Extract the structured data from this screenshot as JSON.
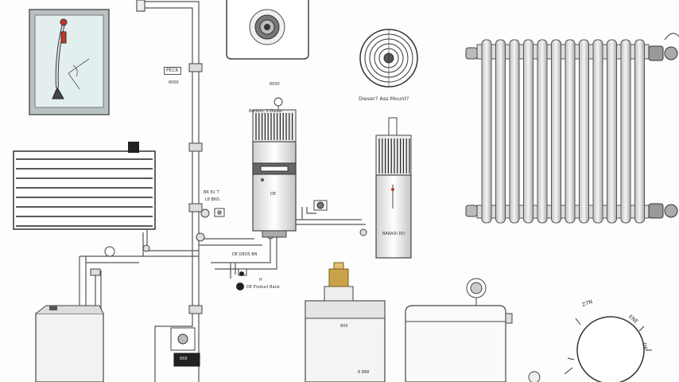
{
  "labels": {
    "junction_box": "PECK",
    "junction_sub": "6000",
    "heater_top": "6000",
    "heater_caption": "Bottom, 1 Dieser",
    "heater_body": "DE",
    "clock_caption": "Dieser? Ass Mount?",
    "tank_caption": "BARADI DO",
    "pump_lines": [
      "BR 81 T",
      "L8 BNS"
    ],
    "valve_caption": "DE DEOS BN",
    "switch_caption_1": "H",
    "switch_caption_2": "DE Product Bank",
    "box_label": "600",
    "box_base": "8 888",
    "power_unit": "888",
    "gauge_marks": [
      "Z7N",
      "ENE",
      "DE"
    ]
  },
  "colors": {
    "line": "#2a2a2a",
    "pipe": "#555555",
    "metal": "#d9d9d9",
    "window_frame": "#9aa3a3",
    "glass": "#cfe7e6",
    "radiator": "#e6e6e6",
    "accent_red": "#c0392b",
    "brass": "#c9a24a"
  },
  "icons": [
    "thermostat-dial-icon",
    "spiral-clock-icon",
    "gauge-dial-icon",
    "filter-cap-icon",
    "valve-icon"
  ]
}
